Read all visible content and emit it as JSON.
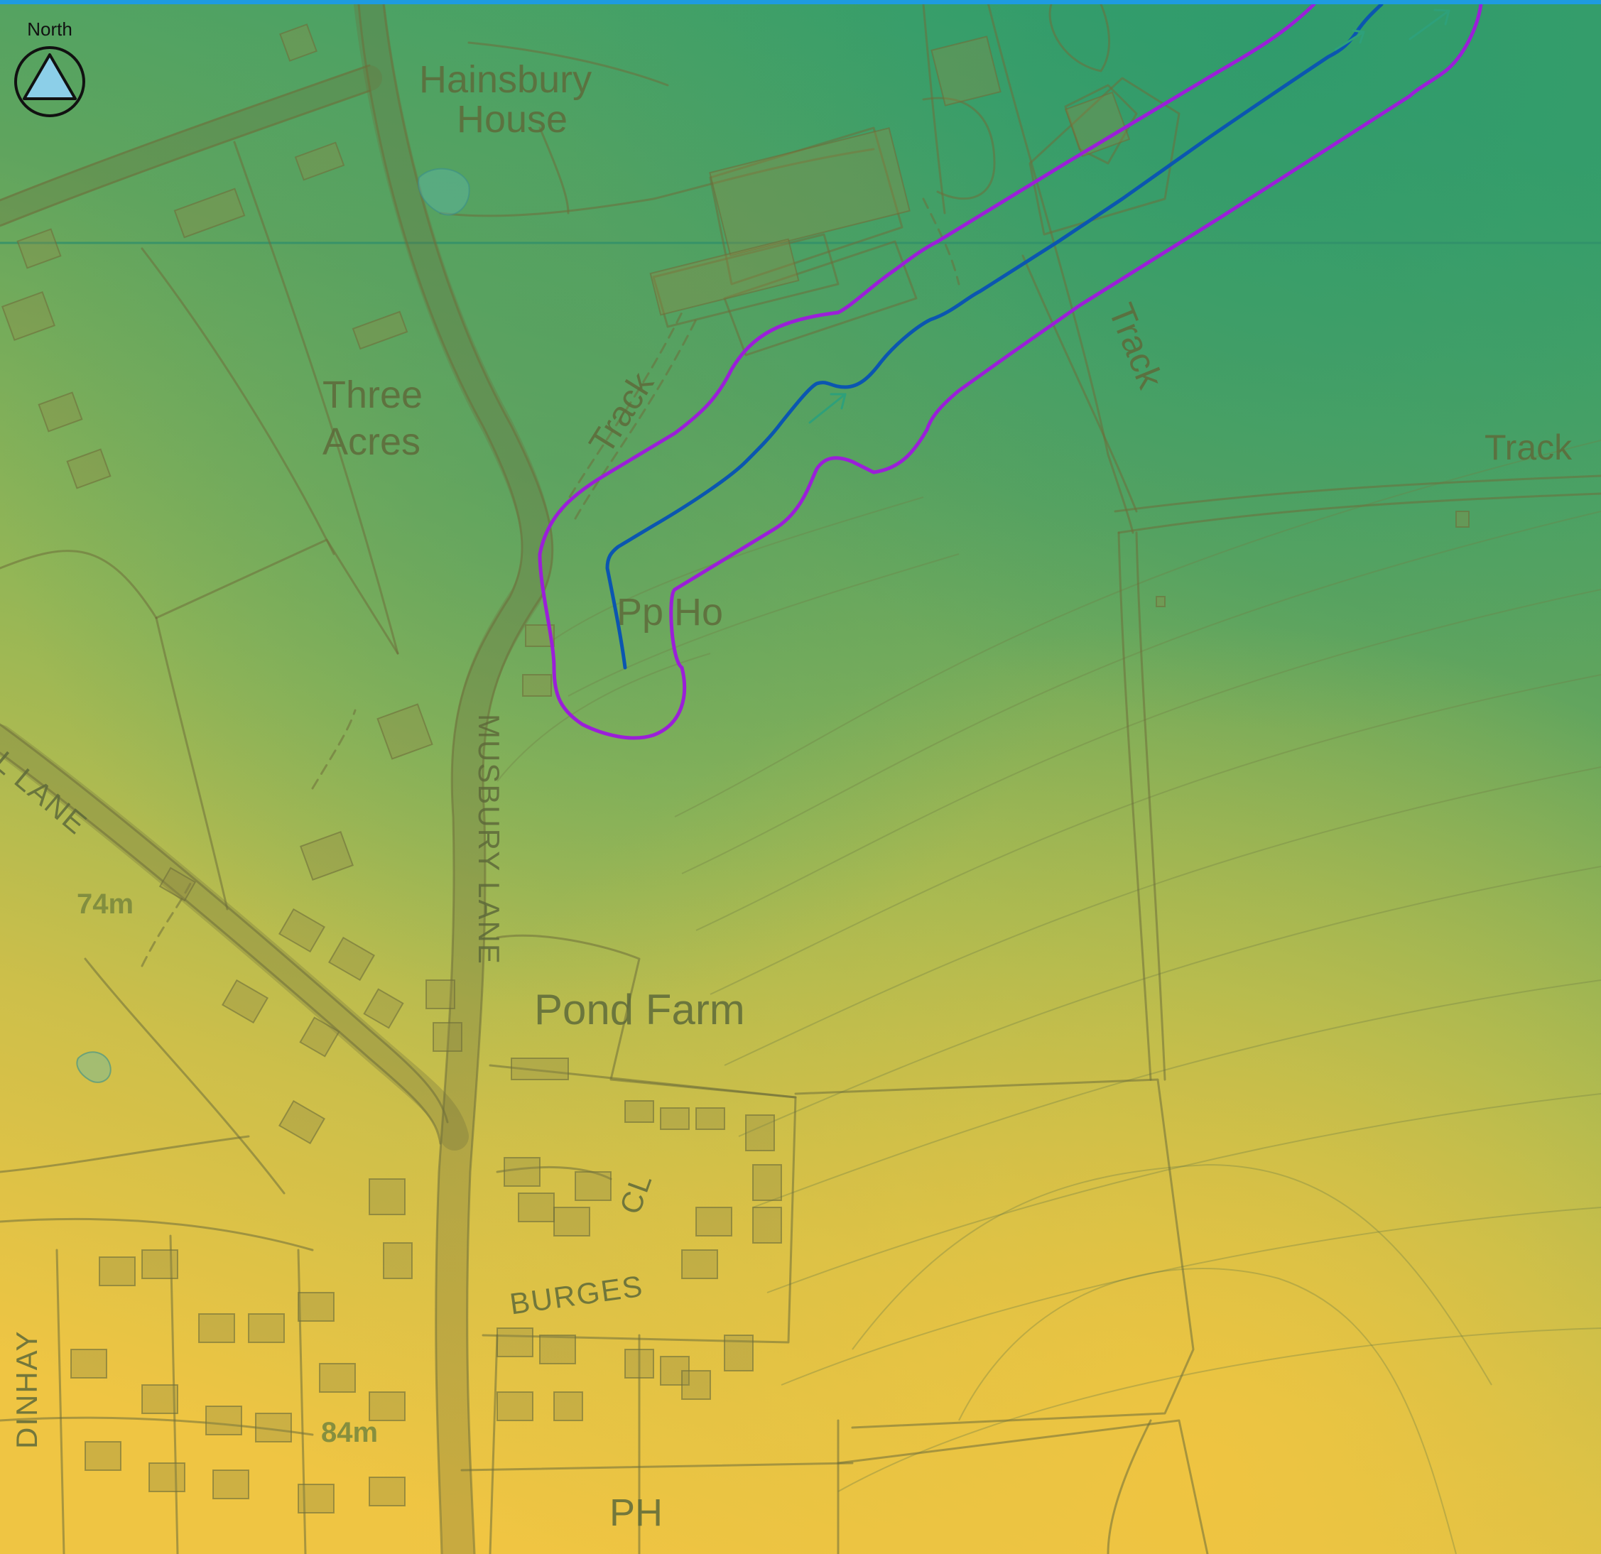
{
  "map": {
    "north_arrow": {
      "label": "North",
      "icon": "north-triangle-icon"
    },
    "labels": {
      "hainsbury_house_line1": "Hainsbury",
      "hainsbury_house_line2": "House",
      "three_acres_line1": "Three",
      "three_acres_line2": "Acres",
      "track_1": "Track",
      "track_2": "Track",
      "track_3": "Track",
      "pp_ho": "Pp Ho",
      "musbury_lane": "MUSBURY LANE",
      "lane_left": "L LANE",
      "pond_farm": "Pond Farm",
      "burges": "BURGES",
      "cl": "CL",
      "dinhay": "DINHAY",
      "ph": "PH",
      "height_74": "74m",
      "height_84": "84m"
    },
    "colors": {
      "top_bar": "#1e9be0",
      "route_line": "#0b56b0",
      "route_buffer": "#9b1fd8",
      "gradient_north": "#3a9e68",
      "gradient_south": "#f0c43f",
      "basemap_line": "#6e6e3a"
    }
  }
}
